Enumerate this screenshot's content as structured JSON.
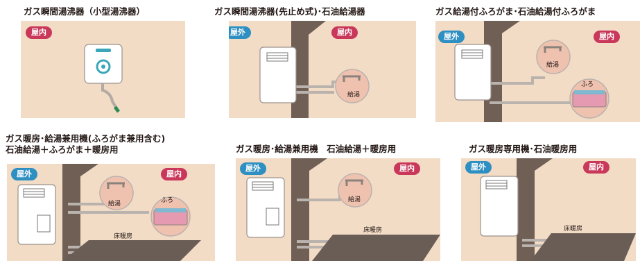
{
  "panels": [
    {
      "title": "ガス瞬間湯沸器（小型湯沸器）",
      "badges": {
        "indoor": "屋内"
      }
    },
    {
      "title": "ガス瞬間湯沸器(先止め式)･石油給湯器",
      "badges": {
        "outdoor": "屋外",
        "indoor": "屋内"
      },
      "labels": {
        "hot_water": "給湯"
      }
    },
    {
      "title": "ガス給湯付ふろがま･石油給湯付ふろがま",
      "badges": {
        "outdoor": "屋外",
        "indoor": "屋内"
      },
      "labels": {
        "hot_water": "給湯",
        "bath": "ふろ"
      }
    },
    {
      "title_lines": [
        "ガス暖房･給湯兼用機(ふろがま兼用含む)",
        "石油給湯＋ふろがま＋暖房用"
      ],
      "badges": {
        "outdoor": "屋外",
        "indoor": "屋内"
      },
      "labels": {
        "hot_water": "給湯",
        "bath": "ふろ",
        "floor_heating": "床暖房"
      }
    },
    {
      "title": "ガス暖房･給湯兼用機　石油給湯＋暖房用",
      "badges": {
        "outdoor": "屋外",
        "indoor": "屋内"
      },
      "labels": {
        "hot_water": "給湯",
        "floor_heating": "床暖房"
      }
    },
    {
      "title": "ガス暖房専用機･石油暖房用",
      "badges": {
        "outdoor": "屋外",
        "indoor": "屋内"
      },
      "labels": {
        "floor_heating": "床暖房"
      }
    }
  ],
  "colors": {
    "panel_bg": "#f3dcc6",
    "wall": "#6f5f55",
    "indoor_badge": "#c9385a",
    "outdoor_badge": "#2e8fc2",
    "heater": "#ffffff",
    "pipe": "#b9b2ad",
    "bath": "#e69ab2",
    "floor": "#6a5d56"
  }
}
